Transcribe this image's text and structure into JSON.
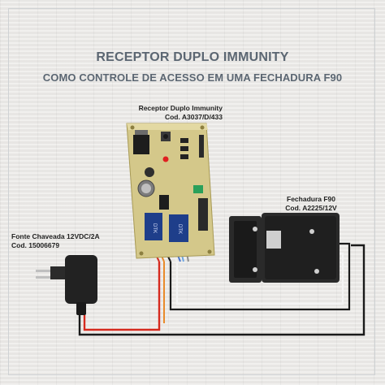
{
  "title": {
    "line1": "RECEPTOR DUPLO IMMUNITY",
    "line2": "COMO CONTROLE DE ACESSO EM UMA FECHADURA F90"
  },
  "receiver": {
    "name": "Receptor Duplo Immunity",
    "code": "Cod. A3037/D/433",
    "relay_text_1": "DTK",
    "relay_text_2": "DTK"
  },
  "lock": {
    "name": "Fechadura F90",
    "code": "Cod. A2225/12V"
  },
  "power_supply": {
    "name": "Fonte Chaveada 12VDC/2A",
    "code": "Cod. 15006679"
  },
  "colors": {
    "title": "#5b6672",
    "pcb": "#d4c88a",
    "relay": "#1e3e8a",
    "lock_body": "#2a2a2a",
    "wire_red": "#d62a1e",
    "wire_black": "#1a1a1a",
    "wire_orange": "#e98a2a"
  }
}
